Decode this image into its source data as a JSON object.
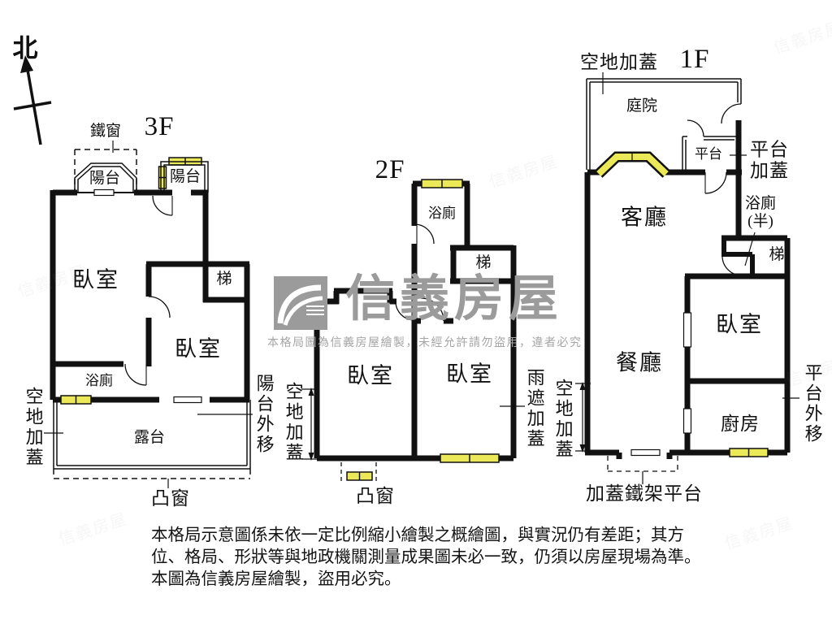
{
  "colors": {
    "wall": "#111111",
    "window_fill": "#ece958",
    "watermark_gray": "#9b9b9b",
    "notice_gray": "#a5a5a5"
  },
  "compass": {
    "north": "北"
  },
  "floors": {
    "f3": {
      "title": "3F",
      "iron_window": "鐵窗",
      "balcony_left": "陽台",
      "balcony_right": "陽台",
      "bedroom_main": "臥室",
      "stairs": "梯",
      "bedroom_2": "臥室",
      "bathroom": "浴廁",
      "open_land_cover": "空地加蓋",
      "terrace": "露台",
      "bay_window": "凸窗",
      "balcony_moved_out": "陽台外移"
    },
    "f2": {
      "title": "2F",
      "bathroom": "浴廁",
      "stairs": "梯",
      "bedroom_left": "臥室",
      "bedroom_right": "臥室",
      "open_land_cover": "空地加蓋",
      "bay_window": "凸窗",
      "rain_cover": "雨遮加蓋"
    },
    "f1": {
      "title": "1F",
      "open_land_cover_top": "空地加蓋",
      "courtyard": "庭院",
      "platform": "平台",
      "platform_cover": "平台\n加蓋",
      "living_room": "客廳",
      "half_bath": "浴廁\n(半)",
      "stairs": "梯",
      "bedroom": "臥室",
      "dining_room": "餐廳",
      "kitchen": "廚房",
      "platform_moved_out": "平台外移",
      "open_land_cover_left": "空地加蓋",
      "iron_frame_platform": "加蓋鐵架平台"
    }
  },
  "watermark": {
    "brand": "信義房屋",
    "notice": "本格局圖為信義房屋繪製，未經允許請勿盜用，違者必究"
  },
  "disclaimer": {
    "line1": "本格局示意圖係未依一定比例縮小繪製之概繪圖，與實況仍有差距；其方",
    "line2": "位、格局、形狀等與地政機關測量成果圖未必一致，仍須以房屋現場為準。",
    "line3": "本圖為信義房屋繪製，盜用必究。"
  }
}
